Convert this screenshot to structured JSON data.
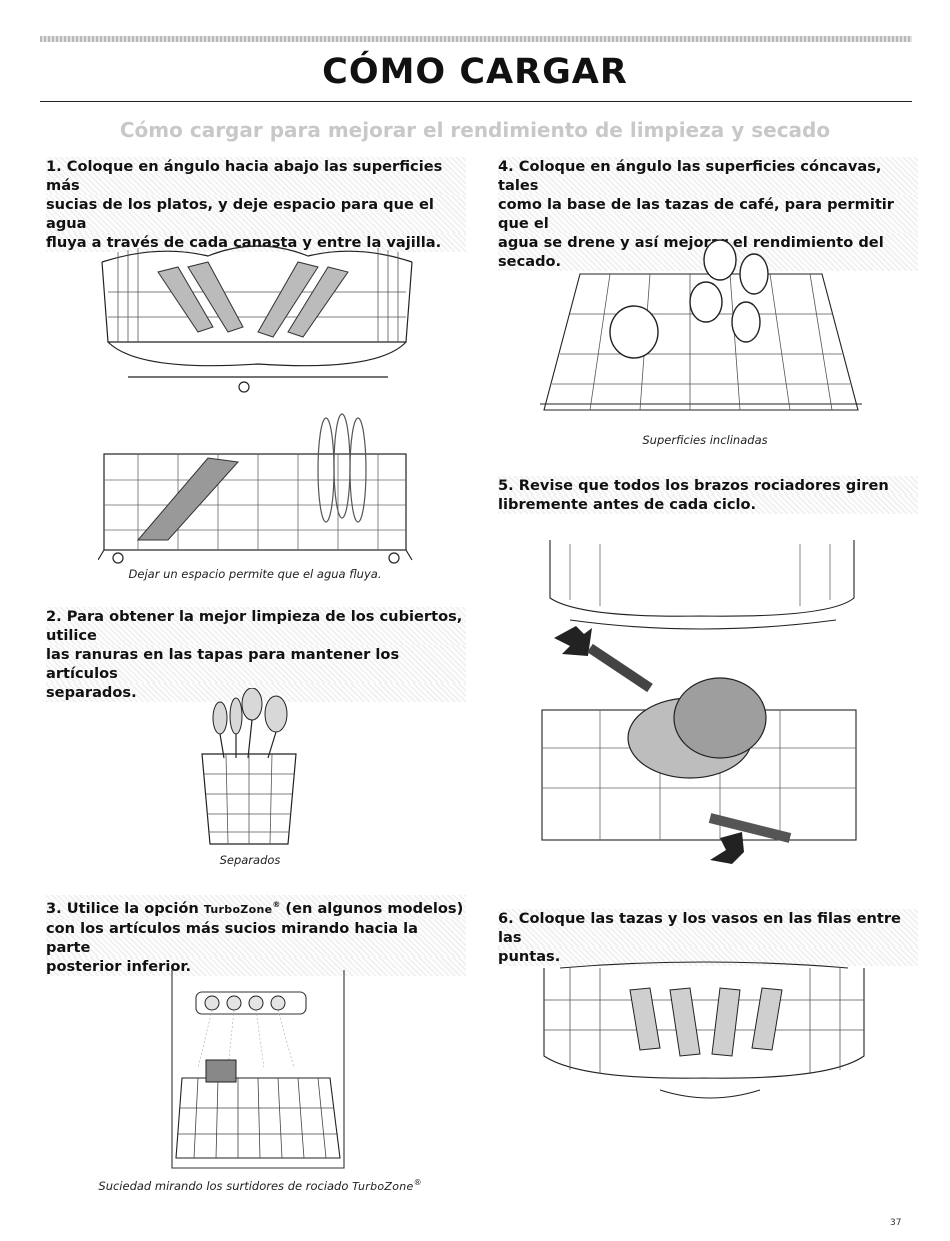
{
  "page": {
    "title": "CÓMO CARGAR",
    "subtitle": "Cómo cargar para mejorar el rendimiento de limpieza y secado",
    "page_number": "37"
  },
  "steps": [
    {
      "number": "1.",
      "lines": [
        "Coloque en ángulo hacia abajo las superficies más",
        "sucias de los platos, y deje espacio para que el agua",
        "fluya a través de cada canasta y entre la vajilla."
      ]
    },
    {
      "number": "2.",
      "lines": [
        "Para obtener la mejor limpieza de los cubiertos, utilice",
        "las ranuras en las tapas para mantener los artículos",
        "separados."
      ]
    },
    {
      "number": "3.",
      "line1_prefix": "Utilice la opción ",
      "line1_brand": "TurboZone",
      "line1_reg": "®",
      "line1_suffix": " (en algunos modelos)",
      "lines": [
        "con los artículos más sucios mirando hacia la parte",
        "posterior inferior."
      ]
    },
    {
      "number": "4.",
      "lines": [
        "Coloque en ángulo las superficies cóncavas, tales",
        "como la base de las tazas de café, para permitir que el",
        "agua se drene y así mejorar el rendimiento del secado."
      ]
    },
    {
      "number": "5.",
      "lines": [
        "Revise que todos los brazos rociadores giren",
        "libremente antes de cada ciclo."
      ]
    },
    {
      "number": "6.",
      "lines": [
        "Coloque las tazas y los vasos en las filas entre las",
        "puntas."
      ]
    }
  ],
  "captions": {
    "flow": "Dejar un espacio permite que el agua fluya.",
    "separated": "Separados",
    "inclined": "Superficies inclinadas",
    "turbozone_prefix": "Suciedad mirando los surtidores de rociado ",
    "turbozone_brand": "TurboZone",
    "turbozone_reg": "®"
  }
}
